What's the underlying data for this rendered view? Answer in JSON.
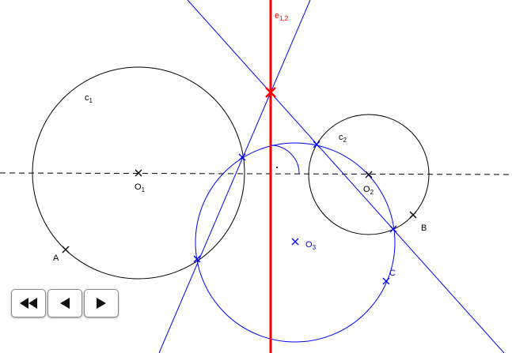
{
  "labels": {
    "c1": {
      "main": "c",
      "sub": "1"
    },
    "c2": {
      "main": "c",
      "sub": "2"
    },
    "o1": {
      "main": "O",
      "sub": "1"
    },
    "o2": {
      "main": "O",
      "sub": "2"
    },
    "o3": {
      "main": "O",
      "sub": "3"
    },
    "e12": {
      "main": "e",
      "sub": "1,2"
    },
    "a": "A",
    "b": "B",
    "c": "C"
  },
  "colors": {
    "construction": "#000000",
    "auxiliary": "#0000ff",
    "radical_axis": "#ff0000"
  },
  "controls": [
    {
      "name": "rewind-button",
      "icon": "double-left-triangle-icon"
    },
    {
      "name": "step-back-button",
      "icon": "left-triangle-icon"
    },
    {
      "name": "play-button",
      "icon": "right-triangle-icon"
    }
  ]
}
